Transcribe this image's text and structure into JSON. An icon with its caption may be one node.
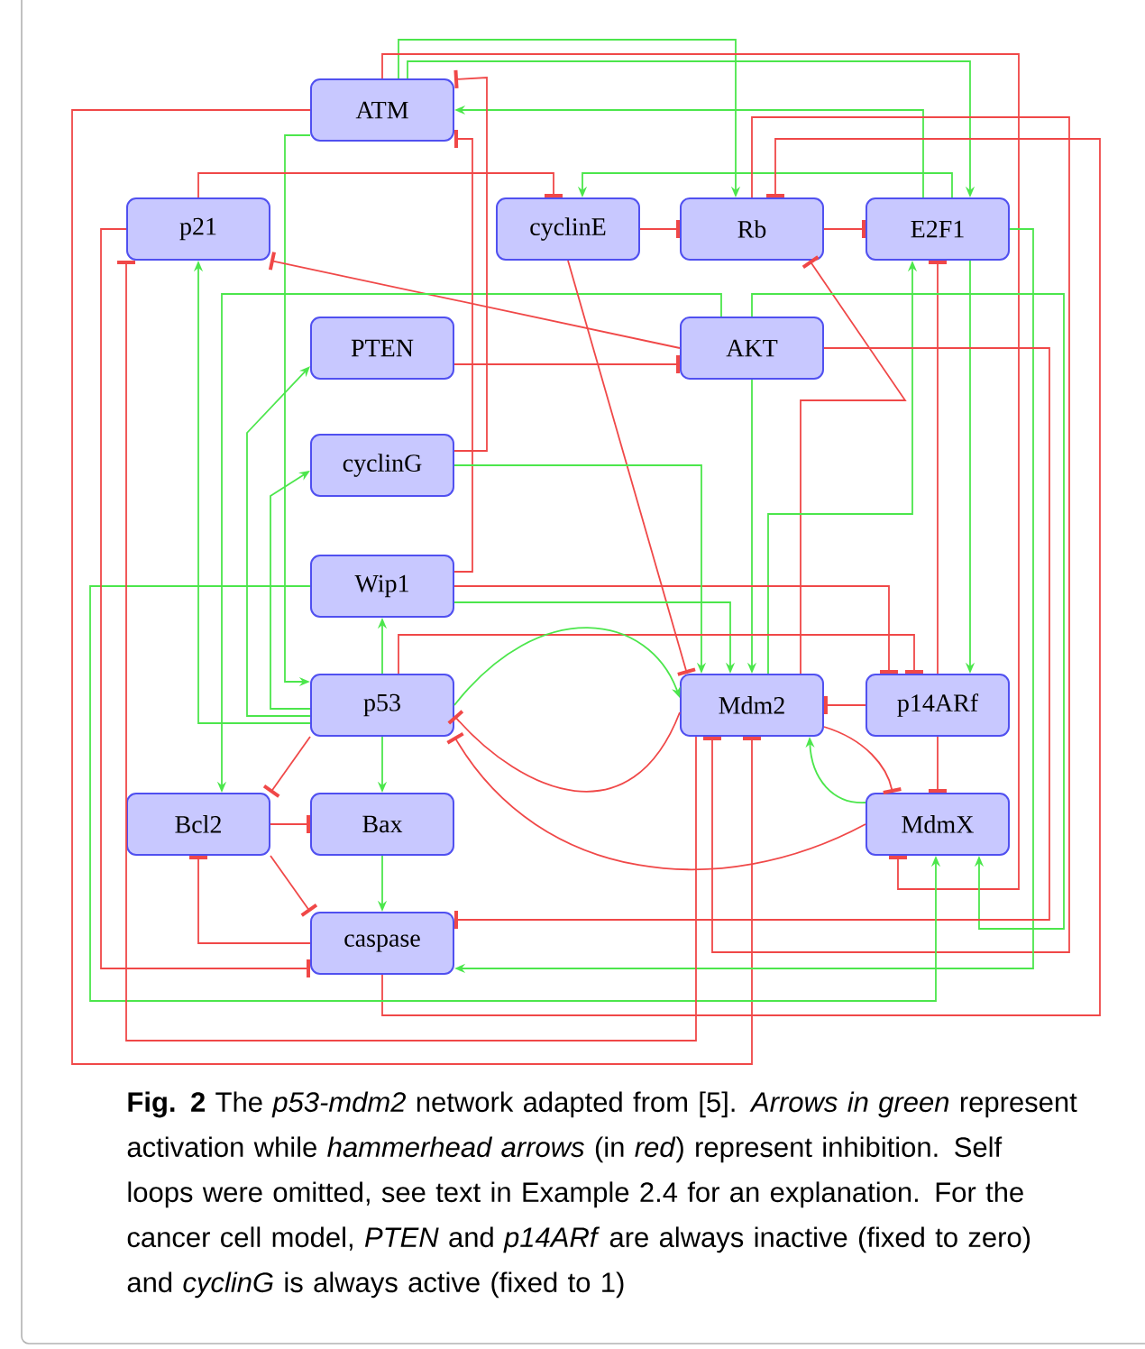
{
  "diagram": {
    "caption": "**Fig. 2** The *p53-mdm2* network adapted from [5]. *Arrows in green* represent activation while *hammerhead arrows* (in *red*) represent inhibition. Self loops were omitted, see text in Example 2.4 for an explanation. For the cancer cell model, *PTEN* and *p14ARf* are always inactive (fixed to zero) and *cyclinG* is always active (fixed to 1)",
    "nodes": [
      {
        "text": [
          "ATM"
        ]
      },
      {
        "text": [
          "p21"
        ]
      },
      {
        "text": [
          "cyclinE"
        ]
      },
      {
        "text": [
          "Rb"
        ]
      },
      {
        "text": [
          "E2F1"
        ]
      },
      {
        "text": [
          "PTEN"
        ]
      },
      {
        "text": [
          "AKT"
        ]
      },
      {
        "text": [
          "cyclinG"
        ]
      },
      {
        "text": [
          "Wip1"
        ]
      },
      {
        "text": [
          "p53"
        ]
      },
      {
        "text": [
          "Mdm2"
        ]
      },
      {
        "text": [
          "p14ARf"
        ]
      },
      {
        "text": [
          "Bcl2"
        ]
      },
      {
        "text": [
          "Bax"
        ]
      },
      {
        "text": [
          "MdmX"
        ]
      },
      {
        "text": [
          "caspase"
        ]
      }
    ],
    "edges": [
      {
        "from": 0,
        "to": 9,
        "arrow": "to",
        "color": "#4ce64c"
      },
      {
        "from": 0,
        "to": 3,
        "arrow": "to",
        "color": "#4ce64c"
      },
      {
        "from": 0,
        "to": 4,
        "arrow": "to",
        "color": "#4ce64c"
      },
      {
        "from": 0,
        "to": 14,
        "arrow": "other",
        "color": "#f04848"
      },
      {
        "from": 0,
        "to": 10,
        "arrow": "other",
        "color": "#f04848"
      },
      {
        "from": 4,
        "to": 0,
        "arrow": "to",
        "color": "#4ce64c"
      },
      {
        "from": 4,
        "to": 2,
        "arrow": "to",
        "color": "#4ce64c"
      },
      {
        "from": 1,
        "to": 2,
        "arrow": "other",
        "color": "#f04848"
      },
      {
        "from": 2,
        "to": 3,
        "arrow": "other",
        "color": "#f04848"
      },
      {
        "from": 3,
        "to": 4,
        "arrow": "other",
        "color": "#f04848"
      },
      {
        "from": 15,
        "to": 3,
        "arrow": "other",
        "color": "#f04848"
      },
      {
        "from": 3,
        "to": 10,
        "arrow": "other",
        "color": "#f04848"
      },
      {
        "from": 10,
        "to": 3,
        "arrow": "other",
        "color": "#f04848"
      },
      {
        "from": 10,
        "to": 4,
        "arrow": "to",
        "color": "#4ce64c"
      },
      {
        "from": 11,
        "to": 4,
        "arrow": "other",
        "color": "#f04848"
      },
      {
        "from": 4,
        "to": 11,
        "arrow": "to",
        "color": "#4ce64c"
      },
      {
        "from": 4,
        "to": 15,
        "arrow": "to",
        "color": "#4ce64c"
      },
      {
        "from": 5,
        "to": 6,
        "arrow": "other",
        "color": "#f04848"
      },
      {
        "from": 6,
        "to": 1,
        "arrow": "other",
        "color": "#f04848"
      },
      {
        "from": 6,
        "to": 12,
        "arrow": "to",
        "color": "#4ce64c"
      },
      {
        "from": 6,
        "to": 14,
        "arrow": "to",
        "color": "#4ce64c"
      },
      {
        "from": 6,
        "to": 10,
        "arrow": "to",
        "color": "#4ce64c"
      },
      {
        "from": 6,
        "to": 15,
        "arrow": "other",
        "color": "#f04848"
      },
      {
        "from": 2,
        "to": 10,
        "arrow": "other",
        "color": "#f04848"
      },
      {
        "from": 7,
        "to": 0,
        "arrow": "other",
        "color": "#f04848"
      },
      {
        "from": 8,
        "to": 0,
        "arrow": "other",
        "color": "#f04848"
      },
      {
        "from": 8,
        "to": 11,
        "arrow": "other",
        "color": "#f04848"
      },
      {
        "from": 8,
        "to": 10,
        "arrow": "to",
        "color": "#4ce64c"
      },
      {
        "from": 8,
        "to": 14,
        "arrow": "to",
        "color": "#4ce64c"
      },
      {
        "from": 7,
        "to": 10,
        "arrow": "to",
        "color": "#4ce64c"
      },
      {
        "from": 9,
        "to": 1,
        "arrow": "to",
        "color": "#4ce64c"
      },
      {
        "from": 9,
        "to": 5,
        "arrow": "to",
        "color": "#4ce64c"
      },
      {
        "from": 9,
        "to": 7,
        "arrow": "to",
        "color": "#4ce64c"
      },
      {
        "from": 9,
        "to": 8,
        "arrow": "to",
        "color": "#4ce64c"
      },
      {
        "from": 9,
        "to": 11,
        "arrow": "other",
        "color": "#f04848"
      },
      {
        "from": 9,
        "to": 10,
        "arrow": "to",
        "color": "#4ce64c"
      },
      {
        "from": 10,
        "to": 9,
        "arrow": "other",
        "color": "#f04848"
      },
      {
        "from": 14,
        "to": 9,
        "arrow": "other",
        "color": "#f04848"
      },
      {
        "from": 10,
        "to": 14,
        "arrow": "other",
        "color": "#f04848"
      },
      {
        "from": 14,
        "to": 10,
        "arrow": "to",
        "color": "#4ce64c"
      },
      {
        "from": 11,
        "to": 10,
        "arrow": "other",
        "color": "#f04848"
      },
      {
        "from": 11,
        "to": 14,
        "arrow": "other",
        "color": "#f04848"
      },
      {
        "from": 9,
        "to": 12,
        "arrow": "other",
        "color": "#f04848"
      },
      {
        "from": 9,
        "to": 13,
        "arrow": "to",
        "color": "#4ce64c"
      },
      {
        "from": 12,
        "to": 13,
        "arrow": "other",
        "color": "#f04848"
      },
      {
        "from": 12,
        "to": 15,
        "arrow": "other",
        "color": "#f04848"
      },
      {
        "from": 15,
        "to": 12,
        "arrow": "other",
        "color": "#f04848"
      },
      {
        "from": 13,
        "to": 15,
        "arrow": "to",
        "color": "#4ce64c"
      },
      {
        "from": 1,
        "to": 15,
        "arrow": "other",
        "color": "#f04848"
      },
      {
        "from": 10,
        "to": 1,
        "arrow": "other",
        "color": "#f04848"
      }
    ]
  }
}
